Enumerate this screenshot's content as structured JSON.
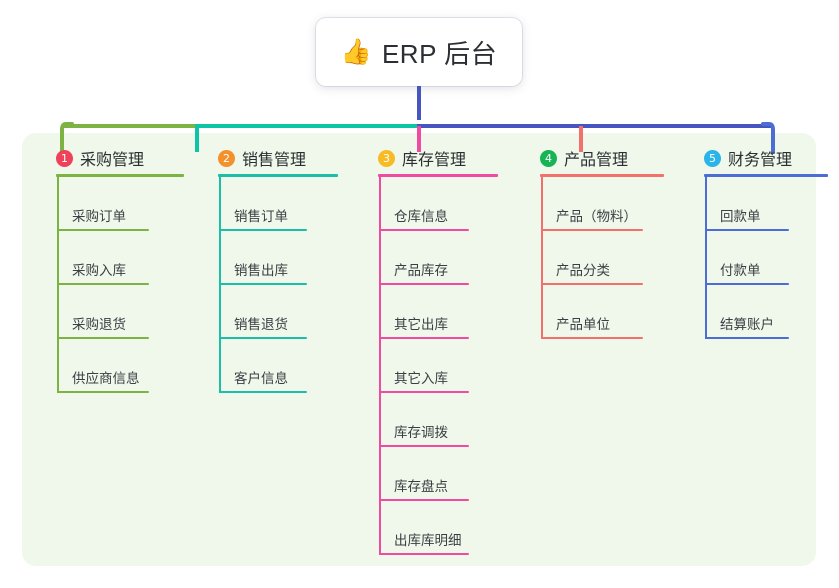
{
  "diagram": {
    "type": "mindmap",
    "root": {
      "icon": "thumbs-up-icon",
      "icon_glyph": "👍",
      "title": "ERP 后台"
    },
    "panel_color": "#eff8ea",
    "trunk_color": "#4655c0",
    "branches": [
      {
        "index": "1",
        "title": "采购管理",
        "badge_color": "#f0415b",
        "line_color": "#7cb342",
        "bar_color": "#7cb342",
        "items": [
          "采购订单",
          "采购入库",
          "采购退货",
          "供应商信息"
        ]
      },
      {
        "index": "2",
        "title": "销售管理",
        "badge_color": "#f5902b",
        "line_color": "#1cbfa6",
        "bar_color": "#0ec4a6",
        "items": [
          "销售订单",
          "销售出库",
          "销售退货",
          "客户信息"
        ]
      },
      {
        "index": "3",
        "title": "库存管理",
        "badge_color": "#f7bb26",
        "line_color": "#ef4ba0",
        "bar_color": "#4655c0",
        "items": [
          "仓库信息",
          "产品库存",
          "其它出库",
          "其它入库",
          "库存调拨",
          "库存盘点",
          "出库库明细"
        ]
      },
      {
        "index": "4",
        "title": "产品管理",
        "badge_color": "#16b454",
        "line_color": "#f2716c",
        "bar_color": "#4655c0",
        "items": [
          "产品（物料）",
          "产品分类",
          "产品单位"
        ]
      },
      {
        "index": "5",
        "title": "财务管理",
        "badge_color": "#2ab4e8",
        "line_color": "#4b6dd4",
        "bar_color": "#4655c0",
        "items": [
          "回款单",
          "付款单",
          "结算账户"
        ]
      }
    ]
  }
}
